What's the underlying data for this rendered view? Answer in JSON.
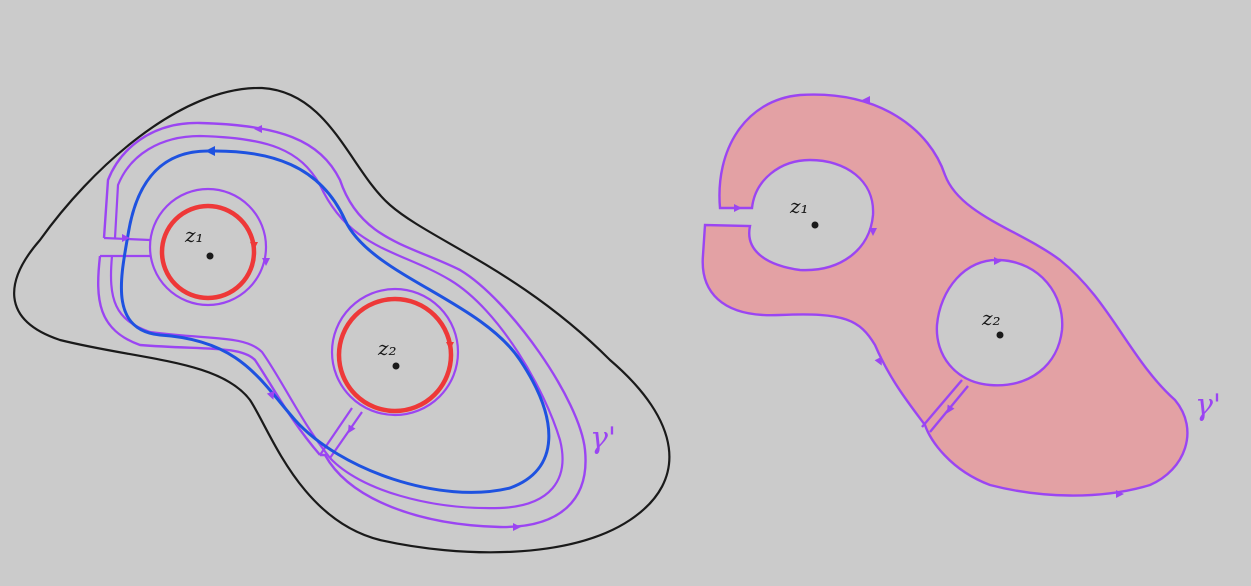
{
  "left_figure": {
    "point_1_label": "z₁",
    "point_2_label": "z₂",
    "contour_label": "γ'"
  },
  "right_figure": {
    "point_1_label": "z₁",
    "point_2_label": "z₂",
    "contour_label": "γ'"
  },
  "colors": {
    "background": "#cbcbcb",
    "outer_region": "#1a1a1a",
    "keyhole_contour": "#9b45f2",
    "blue_curve": "#1e52e0",
    "small_circles": "#ee3838",
    "shaded_region": "#e79a9e"
  }
}
